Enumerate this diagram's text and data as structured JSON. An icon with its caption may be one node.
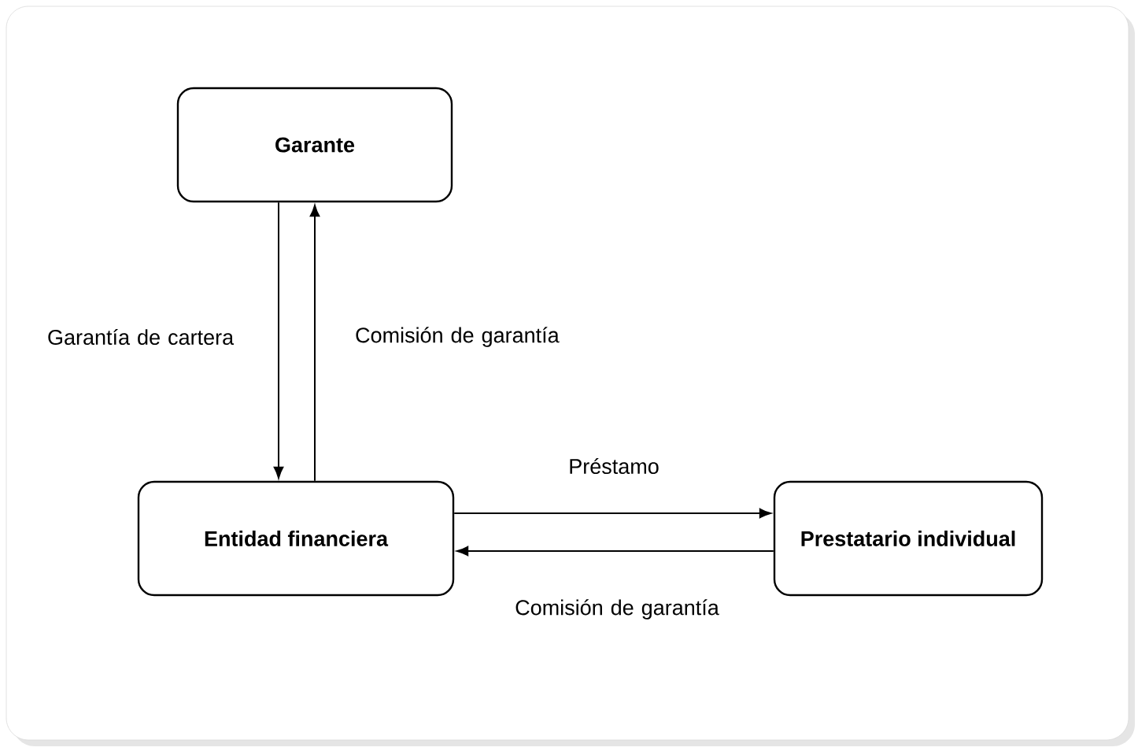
{
  "diagram": {
    "nodes": [
      {
        "text": [
          "Garante"
        ]
      },
      {
        "text": [
          "Entidad financiera"
        ]
      },
      {
        "text": [
          "Prestatario individual"
        ]
      }
    ],
    "edges": [
      {
        "from": 0,
        "to": 1,
        "arrow": "to",
        "label": "Garantía de cartera"
      },
      {
        "from": 1,
        "to": 0,
        "arrow": "to",
        "label": "Comisión de garantía"
      },
      {
        "from": 1,
        "to": 2,
        "arrow": "to",
        "label": "Préstamo"
      },
      {
        "from": 2,
        "to": 1,
        "arrow": "to",
        "label": "Comisión de garantía"
      }
    ]
  }
}
